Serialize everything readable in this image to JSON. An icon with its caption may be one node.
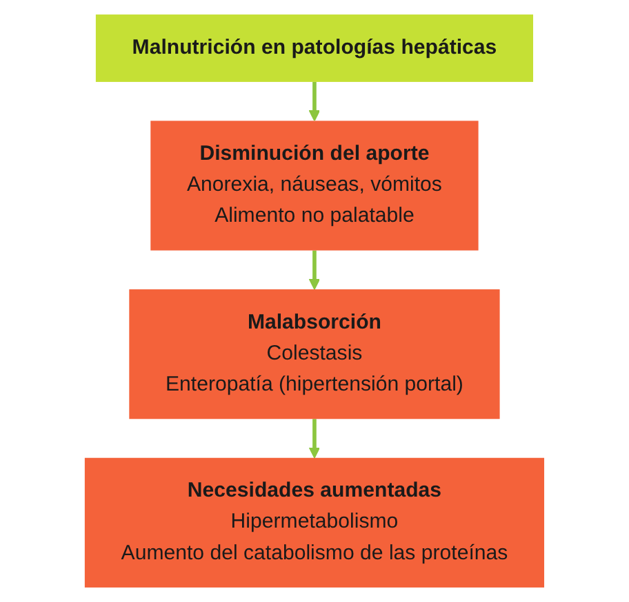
{
  "diagram": {
    "nodes": [
      {
        "text": [
          "Malnutrición en patologías hepáticas"
        ]
      },
      {
        "text": [
          "Disminución del aporte",
          "Anorexia, náuseas, vómitos",
          "Alimento no palatable"
        ]
      },
      {
        "text": [
          "Malabsorción",
          "Colestasis",
          "Enteropatía (hipertensión portal)"
        ]
      },
      {
        "text": [
          "Necesidades aumentadas",
          "Hipermetabolismo",
          "Aumento del catabolismo de las proteínas"
        ]
      }
    ],
    "edges": [
      {
        "from": 0,
        "to": 1,
        "arrow": "to"
      },
      {
        "from": 1,
        "to": 2,
        "arrow": "to"
      },
      {
        "from": 2,
        "to": 3,
        "arrow": "to"
      }
    ]
  }
}
